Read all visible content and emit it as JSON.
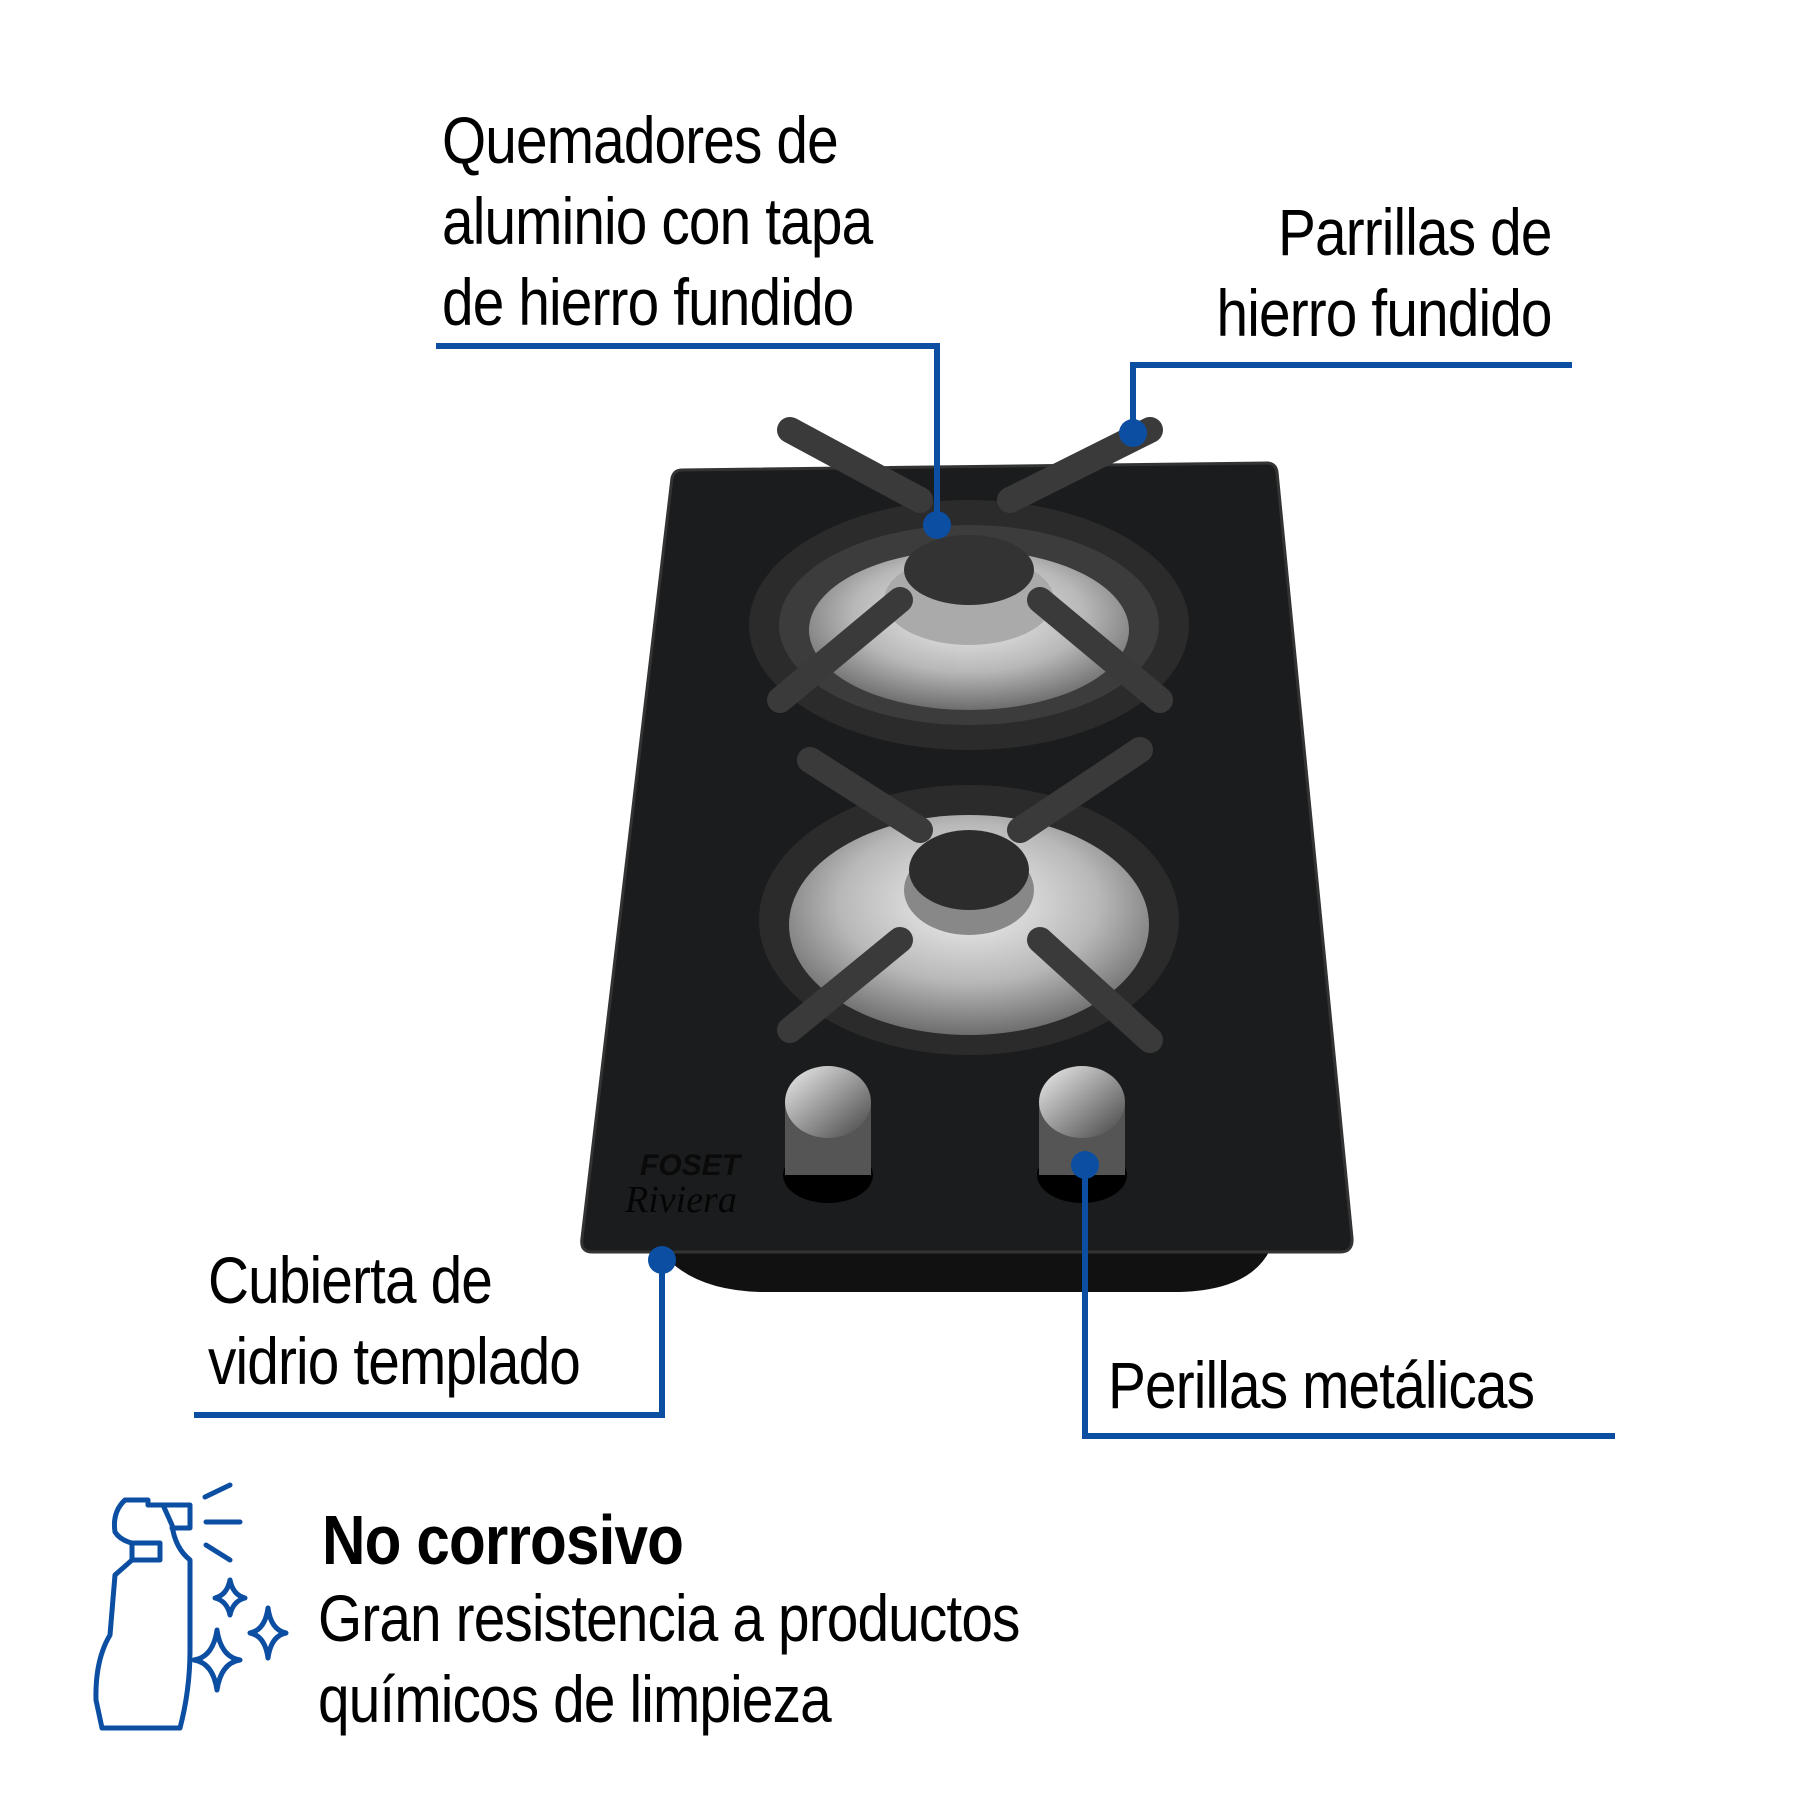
{
  "callouts": {
    "burners": {
      "lines": [
        "Quemadores de",
        "aluminio con tapa",
        "de hierro fundido"
      ]
    },
    "grates": {
      "lines": [
        "Parrillas de",
        "hierro fundido"
      ]
    },
    "cover": {
      "lines": [
        "Cubierta de",
        "vidrio templado"
      ]
    },
    "knobs": {
      "lines": [
        "Perillas metálicas"
      ]
    }
  },
  "feature": {
    "icon": "spray-bottle-icon",
    "title": "No corrosivo",
    "description_lines": [
      "Gran resistencia a productos",
      "químicos de limpieza"
    ]
  },
  "product": {
    "brand": "FOSET",
    "model": "Riviera"
  },
  "colors": {
    "accent": "#0B4EA2",
    "glass": "#1a1a1a",
    "text": "#000000"
  }
}
